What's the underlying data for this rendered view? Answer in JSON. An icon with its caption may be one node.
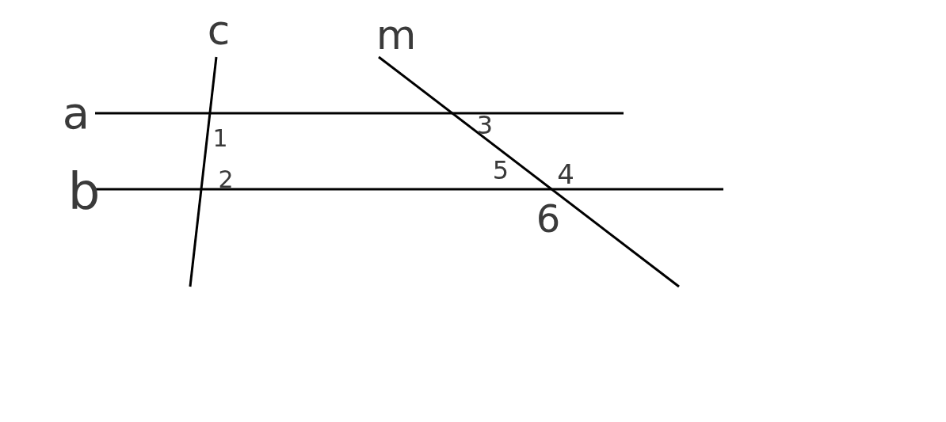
{
  "diagram": {
    "labels": [
      "c",
      "m",
      "a",
      "1",
      "3",
      "b",
      "2",
      "5",
      "4",
      "6"
    ]
  }
}
